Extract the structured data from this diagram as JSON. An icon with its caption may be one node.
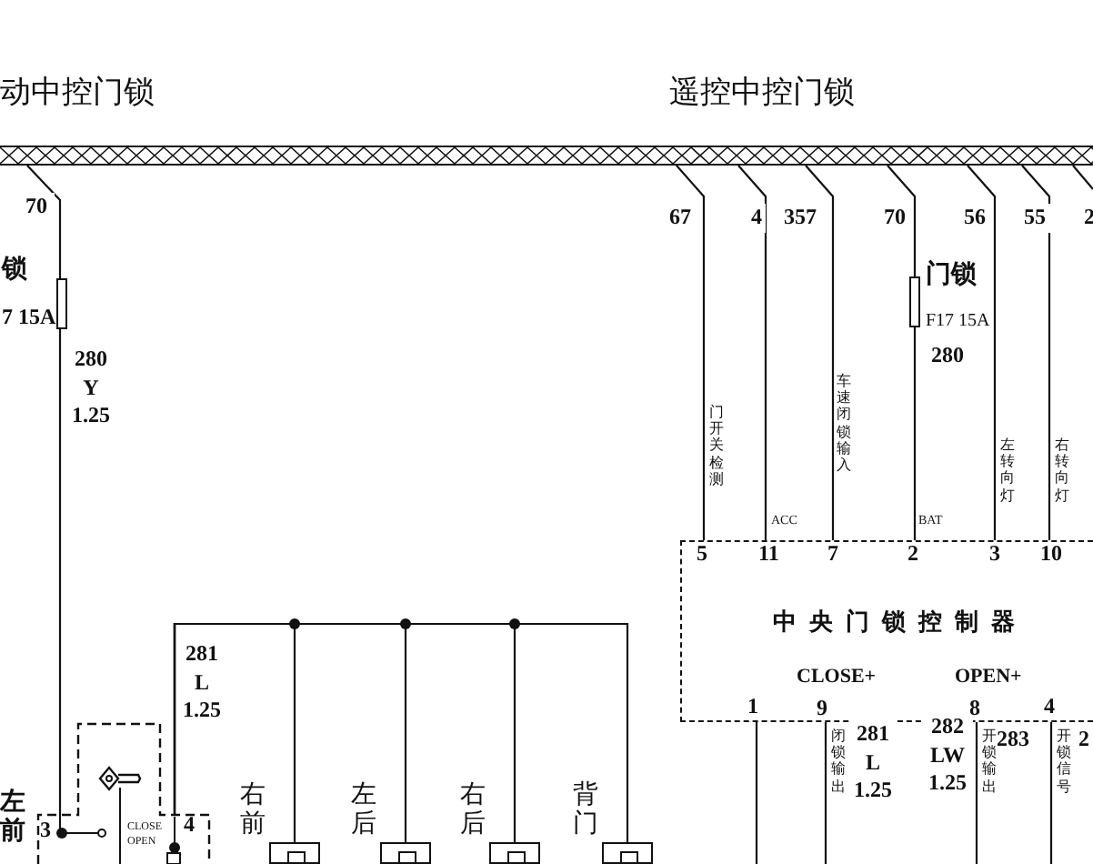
{
  "diagram": {
    "nodes": [
      {
        "text": [],
        "shape": "bar"
      },
      {
        "text": [
          "锁",
          "7 15A"
        ]
      },
      {
        "text": [
          "门锁",
          "F17 15A"
        ]
      },
      {
        "text": [
          "中央门锁控制器"
        ]
      },
      {
        "text": [
          "3",
          "CLOSE",
          "OPEN",
          "4"
        ]
      },
      {
        "text": [],
        "shape": "box",
        "beside": [
          "右前"
        ]
      },
      {
        "text": [],
        "shape": "box",
        "beside": [
          "左后"
        ]
      },
      {
        "text": [],
        "shape": "box",
        "beside": [
          "右后"
        ]
      },
      {
        "text": [],
        "shape": "box",
        "beside": [
          "背门"
        ]
      }
    ],
    "edges": [
      {
        "from": 0,
        "to": 1,
        "arrow": "none",
        "label": "70"
      },
      {
        "from": 1,
        "to": 4,
        "arrow": "none",
        "label": "280 Y 1.25"
      },
      {
        "from": 0,
        "to": 3,
        "arrow": "none",
        "label": "67"
      },
      {
        "from": 0,
        "to": 3,
        "arrow": "none",
        "label": "4"
      },
      {
        "from": 0,
        "to": 3,
        "arrow": "none",
        "label": "357"
      },
      {
        "from": 0,
        "to": 2,
        "arrow": "none",
        "label": "70"
      },
      {
        "from": 2,
        "to": 3,
        "arrow": "none",
        "label": "280"
      },
      {
        "from": 0,
        "to": 3,
        "arrow": "none",
        "label": "56"
      },
      {
        "from": 0,
        "to": 3,
        "arrow": "none",
        "label": "55"
      },
      {
        "from": 0,
        "to": null,
        "arrow": "none",
        "label": "2"
      },
      {
        "from": 4,
        "to": 5,
        "arrow": "none",
        "label": "281 L 1.25"
      },
      {
        "from": 4,
        "to": 6,
        "arrow": "none"
      },
      {
        "from": 4,
        "to": 7,
        "arrow": "none"
      },
      {
        "from": 4,
        "to": 8,
        "arrow": "none"
      },
      {
        "from": 3,
        "to": null,
        "arrow": "none"
      },
      {
        "from": 3,
        "to": null,
        "arrow": "none",
        "label": "281 L 1.25"
      },
      {
        "from": 3,
        "to": null,
        "arrow": "none",
        "label": "282 LW 1.25"
      },
      {
        "from": 3,
        "to": null,
        "arrow": "none"
      }
    ],
    "labels": [
      "动中控门锁",
      "遥控中控门锁",
      "门开关检测",
      "ACC",
      "车速闭锁输入",
      "BAT",
      "左转向灯",
      "右转向灯",
      "5",
      "11",
      "7",
      "2",
      "3",
      "10",
      "CLOSE+",
      "OPEN+",
      "1",
      "9",
      "8",
      "4",
      "闭锁输出",
      "开锁输出",
      "283",
      "开锁信号",
      "2",
      "左前"
    ]
  }
}
